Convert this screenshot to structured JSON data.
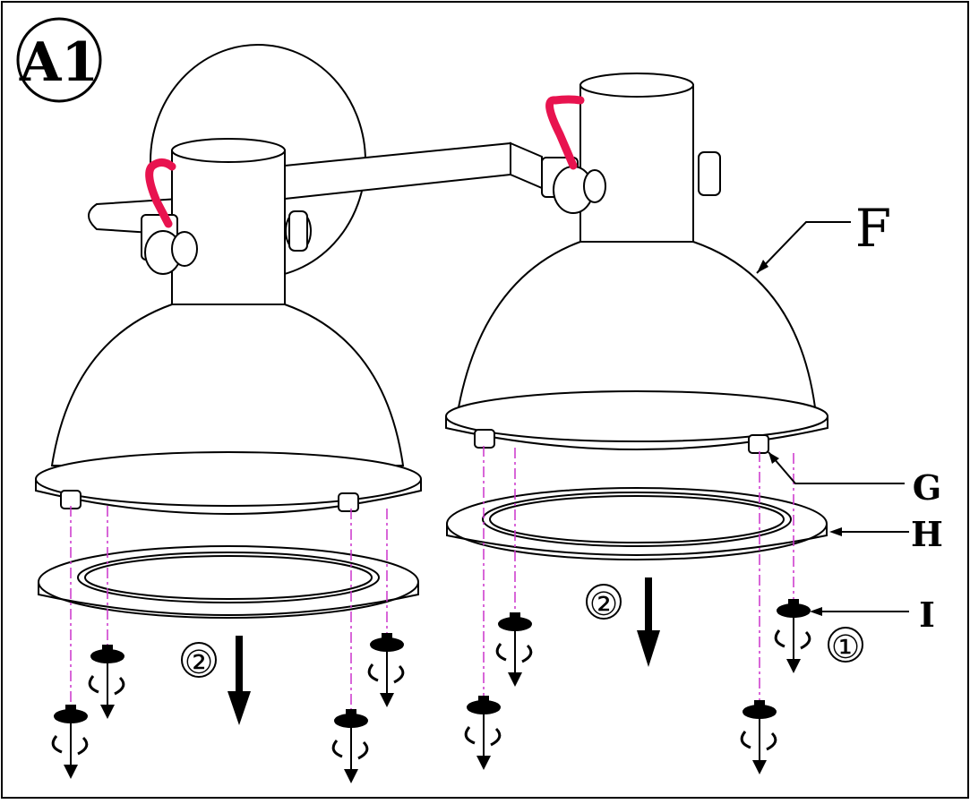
{
  "figure": {
    "step_badge": "A1",
    "parts": {
      "F": "F",
      "G": "G",
      "H": "H",
      "I": "I"
    },
    "step_numbers": {
      "unscrew": "①",
      "remove": "②"
    },
    "colors": {
      "line": "#000000",
      "wire": "#e8134f",
      "guide": "#cc33cc",
      "fill": "#ffffff"
    }
  }
}
